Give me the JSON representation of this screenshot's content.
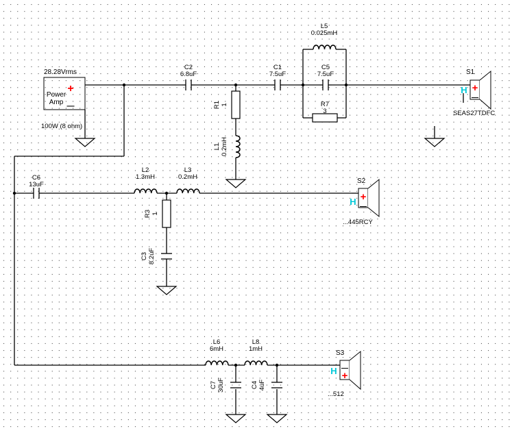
{
  "colors": {
    "wire": "#000000",
    "grid_dot": "#555555",
    "plus": "#ff0000",
    "hf": "#00c8d8",
    "background": "#ffffff"
  },
  "amp": {
    "voltage": "28.28Vrms",
    "title_line1": "Power",
    "title_line2": "Amp",
    "power": "100W (8 ohm)",
    "plus": "+",
    "minus": "—"
  },
  "components": {
    "C2": {
      "name": "C2",
      "value": "6.8uF"
    },
    "C1": {
      "name": "C1",
      "value": "7.5uF"
    },
    "L5": {
      "name": "L5",
      "value": "0.025mH"
    },
    "C5": {
      "name": "C5",
      "value": "7.5uF"
    },
    "R7": {
      "name": "R7",
      "value": "3"
    },
    "R1": {
      "name": "R1",
      "value": "1"
    },
    "L1": {
      "name": "L1",
      "value": "0.2mH"
    },
    "C6": {
      "name": "C6",
      "value": "13uF"
    },
    "L2": {
      "name": "L2",
      "value": "1.3mH"
    },
    "L3": {
      "name": "L3",
      "value": "0.2mH"
    },
    "R3": {
      "name": "R3",
      "value": "1"
    },
    "C3": {
      "name": "C3",
      "value": "8.2uF"
    },
    "L6": {
      "name": "L6",
      "value": "6mH"
    },
    "L8": {
      "name": "L8",
      "value": "1mH"
    },
    "C7": {
      "name": "C7",
      "value": "30uF"
    },
    "C4": {
      "name": "C4",
      "value": "4uF"
    }
  },
  "speakers": {
    "S1": {
      "name": "S1",
      "model": "SEAS27TDFC",
      "h": "H",
      "plus": "+",
      "minus": "—"
    },
    "S2": {
      "name": "S2",
      "model": "...445RCY",
      "h": "H",
      "plus": "+",
      "minus": "—"
    },
    "S3": {
      "name": "S3",
      "model": "...512",
      "h": "H",
      "plus": "+",
      "minus": "—"
    }
  }
}
